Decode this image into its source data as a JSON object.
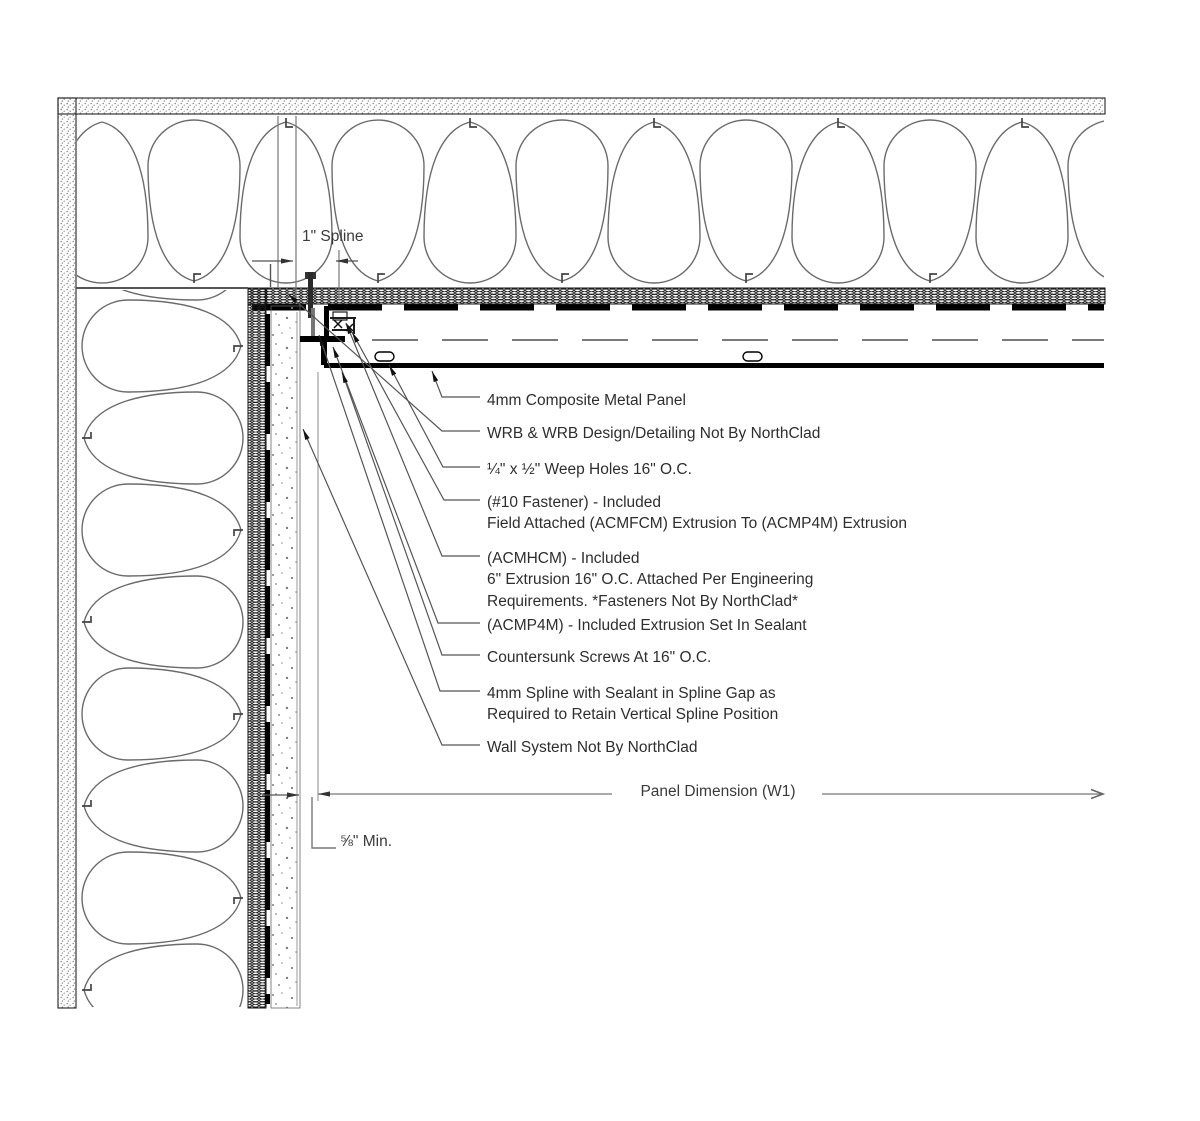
{
  "drawing": {
    "callouts": [
      {
        "text": "4mm Composite Metal Panel"
      },
      {
        "text": "WRB & WRB Design/Detailing Not By NorthClad"
      },
      {
        "text": "¼\" x ½\" Weep Holes 16\" O.C."
      },
      {
        "text": "(#10 Fastener) - Included\nField Attached (ACMFCM) Extrusion To (ACMP4M) Extrusion"
      },
      {
        "text": "(ACMHCM) - Included\n6\" Extrusion 16\" O.C. Attached Per Engineering\nRequirements. *Fasteners Not By NorthClad*"
      },
      {
        "text": "(ACMP4M) - Included Extrusion Set In Sealant"
      },
      {
        "text": "Countersunk Screws At 16\" O.C."
      },
      {
        "text": "4mm Spline with Sealant in Spline Gap as\nRequired to Retain Vertical Spline Position"
      },
      {
        "text": "Wall System Not By NorthClad"
      }
    ],
    "dimensions": {
      "spline": "1\" Spline",
      "panel_w1": "Panel Dimension (W1)",
      "min_gap": "⅝\" Min."
    },
    "colors": {
      "background": "#ffffff",
      "linework": "#555555",
      "dark": "#000000",
      "text": "#2e2e2e"
    }
  }
}
